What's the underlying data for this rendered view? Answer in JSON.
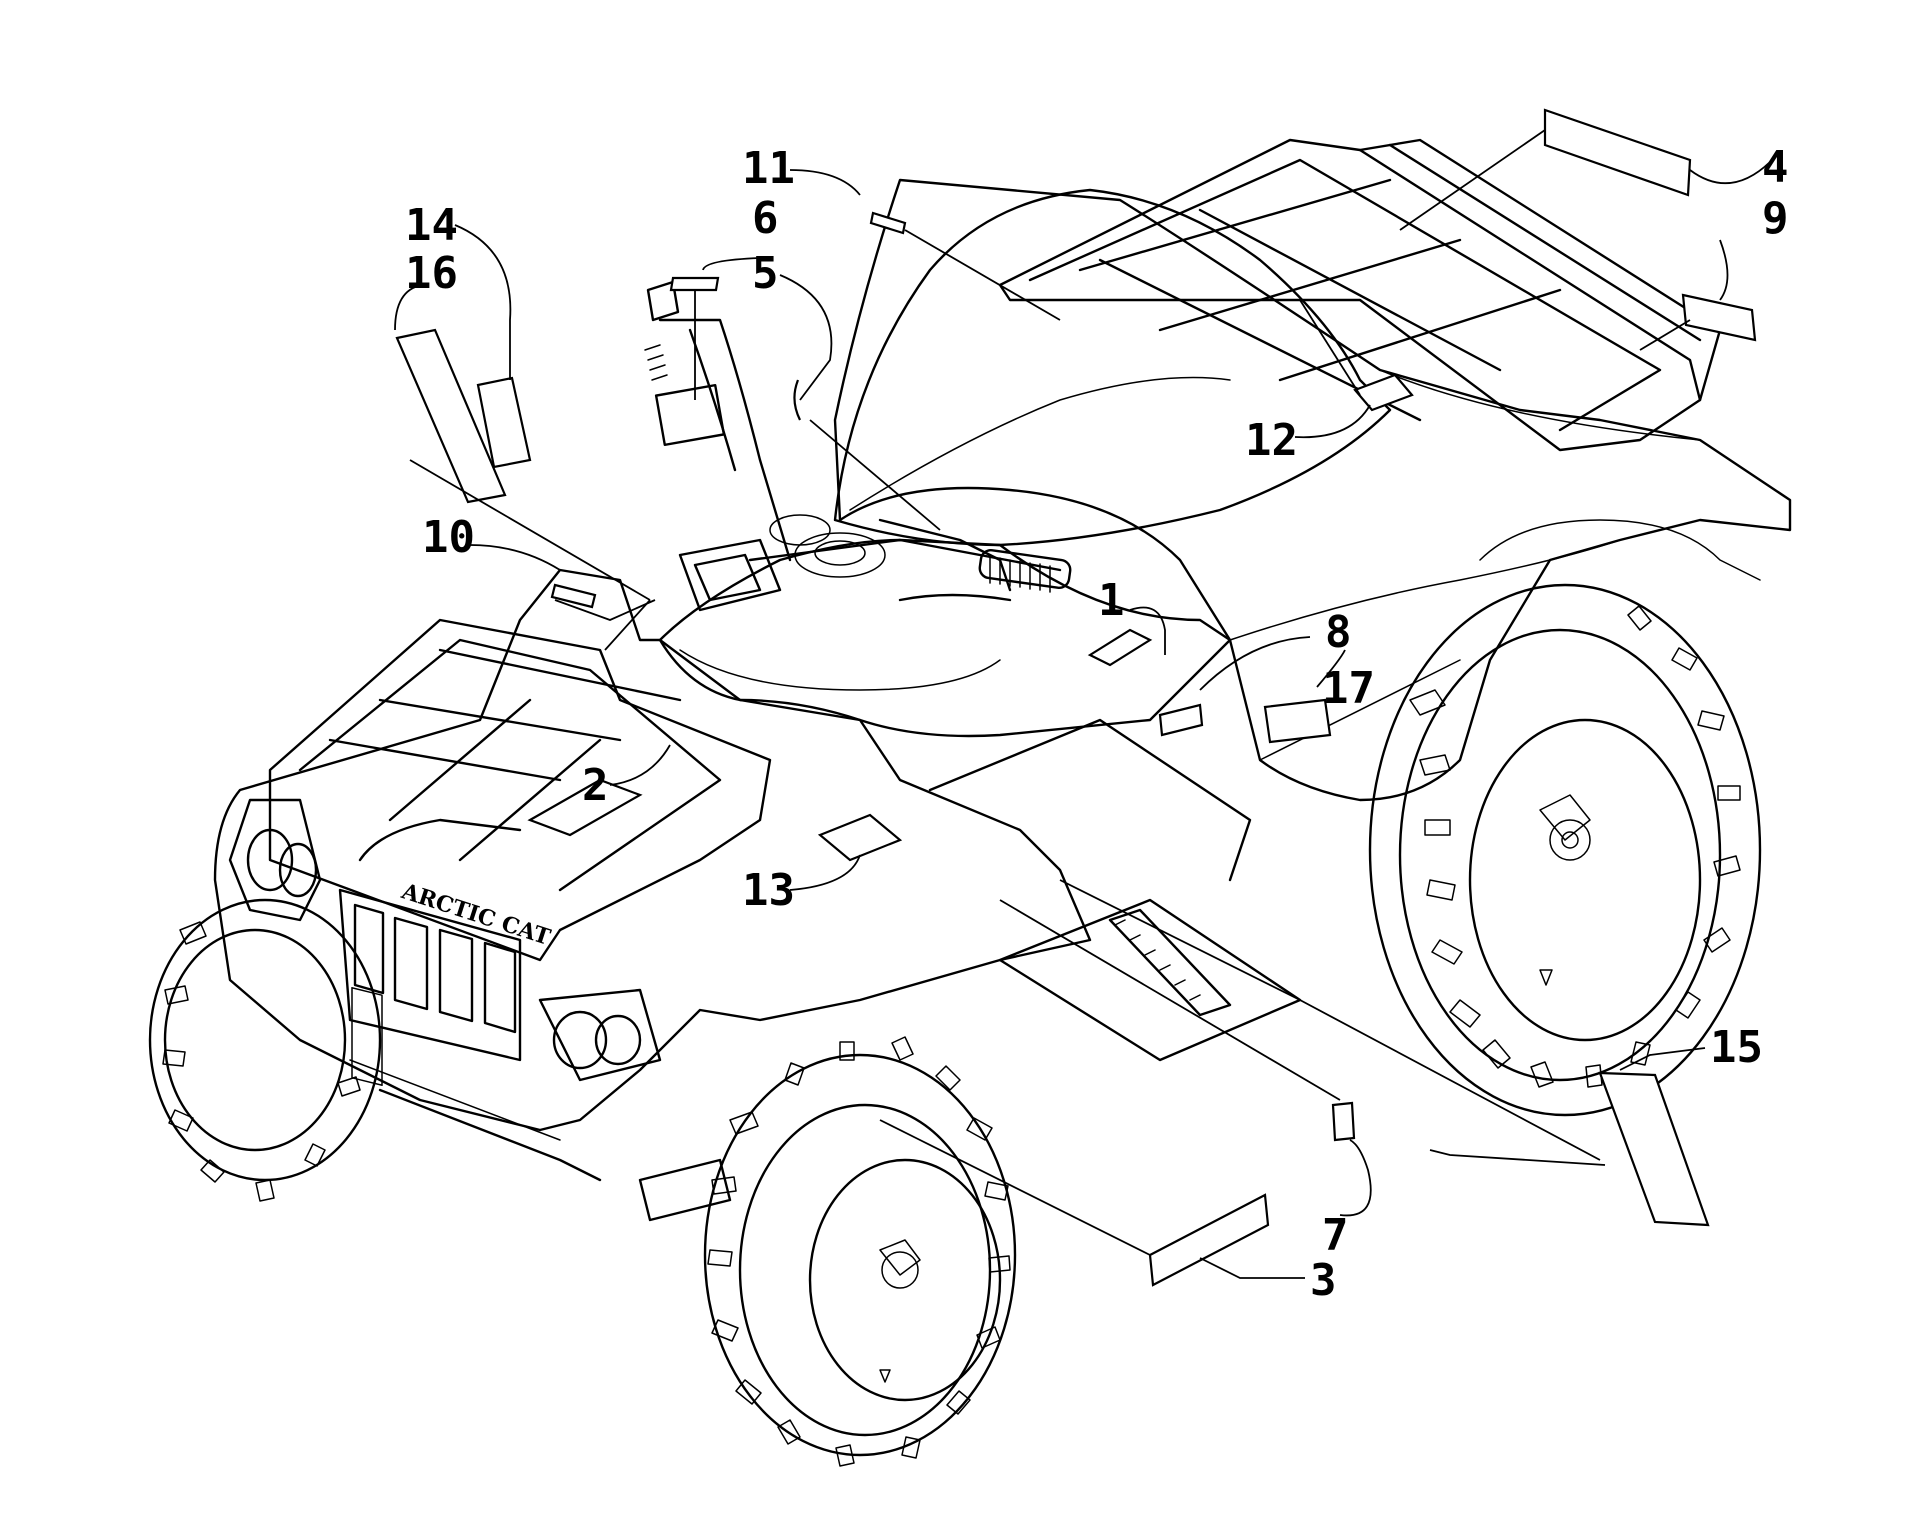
{
  "diagram": {
    "brand_text": "ARCTIC CAT",
    "callouts": [
      {
        "id": "1",
        "label": "1"
      },
      {
        "id": "2",
        "label": "2"
      },
      {
        "id": "3",
        "label": "3"
      },
      {
        "id": "4",
        "label": "4"
      },
      {
        "id": "5",
        "label": "5"
      },
      {
        "id": "6",
        "label": "6"
      },
      {
        "id": "7",
        "label": "7"
      },
      {
        "id": "8",
        "label": "8"
      },
      {
        "id": "9",
        "label": "9"
      },
      {
        "id": "10",
        "label": "10"
      },
      {
        "id": "11",
        "label": "11"
      },
      {
        "id": "12",
        "label": "12"
      },
      {
        "id": "13",
        "label": "13"
      },
      {
        "id": "14",
        "label": "14"
      },
      {
        "id": "15",
        "label": "15"
      },
      {
        "id": "16",
        "label": "16"
      },
      {
        "id": "17",
        "label": "17"
      }
    ]
  }
}
